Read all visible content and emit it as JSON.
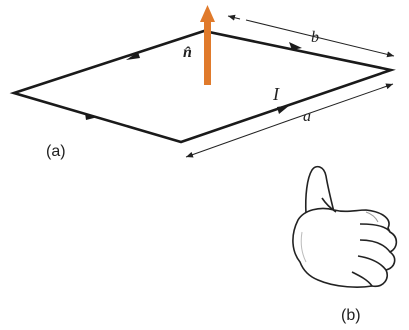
{
  "figure": {
    "panel_a": {
      "label": "(a)",
      "current_label": "I",
      "side_a_label": "a",
      "side_b_label": "b",
      "normal_label": "n̂",
      "colors": {
        "loop": "#1a1a1a",
        "normal_arrow": "#e07a2b"
      }
    },
    "panel_b": {
      "label": "(b)",
      "icon": "thumbs-up-right-hand-icon"
    }
  }
}
